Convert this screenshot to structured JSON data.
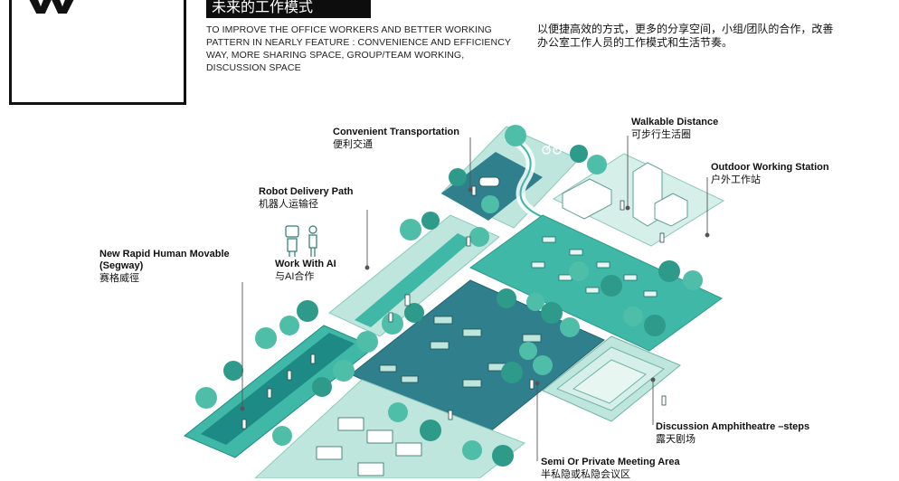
{
  "header": {
    "title_cn": "未来的工作模式",
    "desc_en": [
      "TO IMPROVE THE OFFICE WORKERS AND BETTER WORKING",
      "PATTERN IN NEARLY FEATURE : CONVENIENCE  AND EFFICIENCY",
      "WAY, MORE SHARING SPACE, GROUP/TEAM  WORKING,",
      "DISCUSSION SPACE"
    ],
    "desc_cn": [
      "以便捷高效的方式，更多的分享空间，小组/团队的合作，改善",
      "办公室工作人员的工作模式和生活节奏。"
    ]
  },
  "labels": {
    "transport": {
      "en": "Convenient Transportation",
      "cn": "便利交通"
    },
    "walkable": {
      "en": "Walkable Distance",
      "cn": "可步行生活圈"
    },
    "outdoor": {
      "en": "Outdoor Working Station",
      "cn": "户外工作站"
    },
    "robot": {
      "en": "Robot Delivery Path",
      "cn": "机器人运输径"
    },
    "work_ai": {
      "en": "Work With AI",
      "cn": "与AI合作"
    },
    "segway": {
      "en1": "New Rapid Human Movable",
      "en2": "(Segway)",
      "cn": "赛格威徑"
    },
    "amphitheatre": {
      "en": "Discussion Amphitheatre –steps",
      "cn": "露天剧场"
    },
    "meeting": {
      "en": "Semi Or Private Meeting Area",
      "cn": "半私隐或私隐会议区"
    }
  },
  "colors": {
    "teal_dark": "#1e8a85",
    "teal_mid": "#3fb8a8",
    "teal_light": "#bfe6dc",
    "plaza_dark": "#2f7f8c",
    "tree": "#4fbea9",
    "tree_dark": "#2e9a89",
    "leader": "#555555"
  }
}
